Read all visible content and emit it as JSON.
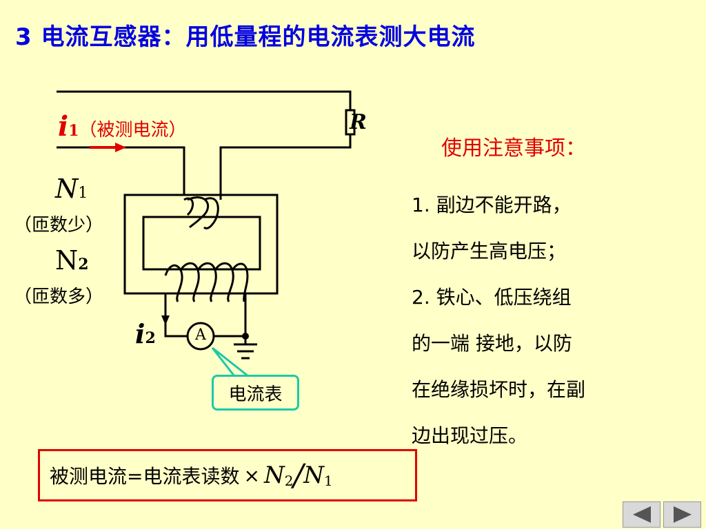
{
  "title": "3 电流互感器：用低量程的电流表测大电流",
  "circuit": {
    "primary_current_symbol": "i",
    "primary_current_sub": "1",
    "primary_current_desc": "（被测电流）",
    "resistor_label": "R",
    "n1_symbol": "N",
    "n1_sub": "1",
    "n1_desc": "（匝数少）",
    "n2_symbol": "N",
    "n2_sub": "2",
    "n2_desc": "（匝数多）",
    "secondary_current_symbol": "i",
    "secondary_current_sub": "2",
    "ammeter_symbol": "A",
    "ammeter_callout": "电流表"
  },
  "notes": {
    "heading": "使用注意事项：",
    "lines": [
      "1. 副边不能开路，",
      "以防产生高电压；",
      "2. 铁心、低压绕组",
      "的一端 接地，以防",
      "在绝缘损坏时，在副",
      "边出现过压。"
    ]
  },
  "formula": {
    "text": "被测电流=电流表读数",
    "times": "×",
    "n2": "N",
    "n2_sub": "2",
    "slash": "/",
    "n1": "N",
    "n1_sub": "1"
  },
  "nav": {
    "prev_icon": "triangle-left-icon",
    "next_icon": "triangle-right-icon"
  },
  "colors": {
    "background": "#FFFFC8",
    "title": "#0000E0",
    "accent_red": "#E00000",
    "callout_border": "#1CC9A8"
  }
}
